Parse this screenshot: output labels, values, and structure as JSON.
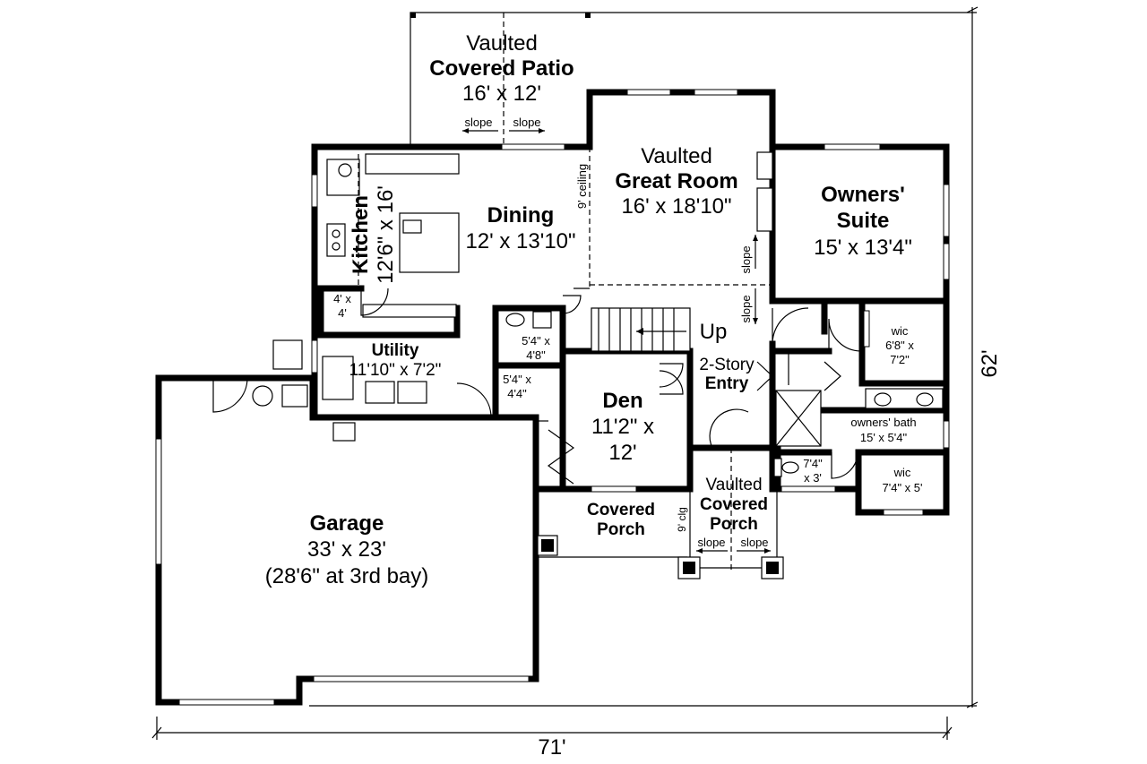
{
  "rooms": {
    "patio": {
      "line1": "Vaulted",
      "name": "Covered Patio",
      "size": "16' x 12'",
      "slope_left": "slope",
      "slope_right": "slope"
    },
    "great_room": {
      "line1": "Vaulted",
      "name": "Great Room",
      "size": "16' x 18'10\"",
      "ceiling_note": "9' ceiling",
      "slope_up": "slope",
      "slope_down": "slope"
    },
    "owners_suite": {
      "name_line1": "Owners'",
      "name_line2": "Suite",
      "size": "15' x 13'4\""
    },
    "kitchen": {
      "name": "Kitchen",
      "size": "12'6\" x 16'"
    },
    "dining": {
      "name": "Dining",
      "size": "12' x 13'10\""
    },
    "pantry": {
      "line1": "4' x",
      "line2": "4'"
    },
    "utility": {
      "name": "Utility",
      "size": "11'10\" x 7'2\""
    },
    "bath_upper": {
      "line1": "5'4\" x",
      "line2": "4'8\""
    },
    "closet_lower": {
      "line1": "5'4\" x",
      "line2": "4'4\""
    },
    "stairs": {
      "label": "Up"
    },
    "entry": {
      "line1": "2-Story",
      "line2": "Entry"
    },
    "den": {
      "name": "Den",
      "size_line1": "11'2\" x",
      "size_line2": "12'"
    },
    "wic_upper": {
      "name": "wic",
      "line1": "6'8\" x",
      "line2": "7'2\""
    },
    "owners_bath": {
      "name": "owners' bath",
      "size": "15' x 5'4\""
    },
    "wc": {
      "line1": "7'4\"",
      "line2": "x 3'"
    },
    "wic_lower": {
      "name": "wic",
      "size": "7'4\" x 5'"
    },
    "garage": {
      "name": "Garage",
      "size": "33' x 23'",
      "note": "(28'6\" at 3rd bay)"
    },
    "covered_porch": {
      "line1": "Covered",
      "line2": "Porch"
    },
    "vaulted_porch": {
      "line1": "Vaulted",
      "line2": "Covered",
      "line3": "Porch",
      "clg_note": "9' clg",
      "slope_left": "slope",
      "slope_right": "slope"
    }
  },
  "dimensions": {
    "width": "71'",
    "depth": "62'"
  }
}
